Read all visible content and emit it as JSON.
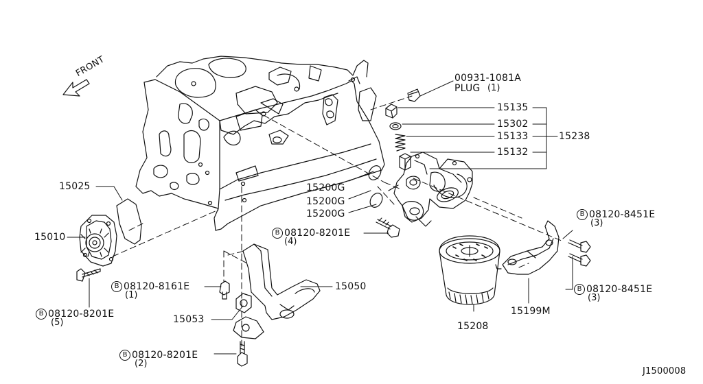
{
  "direction": "FRONT",
  "callouts": {
    "plug_part": "00931-1081A",
    "plug_name": "PLUG",
    "plug_qty": "(1)",
    "p15135": "15135",
    "p15302": "15302",
    "p15133": "15133",
    "p15238": "15238",
    "p15132": "15132",
    "p15025": "15025",
    "p15200g_a": "15200G",
    "p15200g_b": "15200G",
    "p15200g_c": "15200G",
    "p15010": "15010",
    "p15050": "15050",
    "p15053": "15053",
    "p15208": "15208",
    "p15199m": "15199M"
  },
  "bolts": {
    "b_8201e_4": {
      "mark": "B",
      "part": "08120-8201E",
      "qty": "(4)"
    },
    "b_8451e_upper": {
      "mark": "B",
      "part": "08120-8451E",
      "qty": "(3)"
    },
    "b_8451e_lower": {
      "mark": "B",
      "part": "08120-8451E",
      "qty": "(3)"
    },
    "b_8161e_1": {
      "mark": "B",
      "part": "08120-8161E",
      "qty": "(1)"
    },
    "b_8201e_5": {
      "mark": "B",
      "part": "08120-8201E",
      "qty": "(5)"
    },
    "b_8201e_2": {
      "mark": "B",
      "part": "08120-8201E",
      "qty": "(2)"
    }
  },
  "diagram_id": "J1500008"
}
